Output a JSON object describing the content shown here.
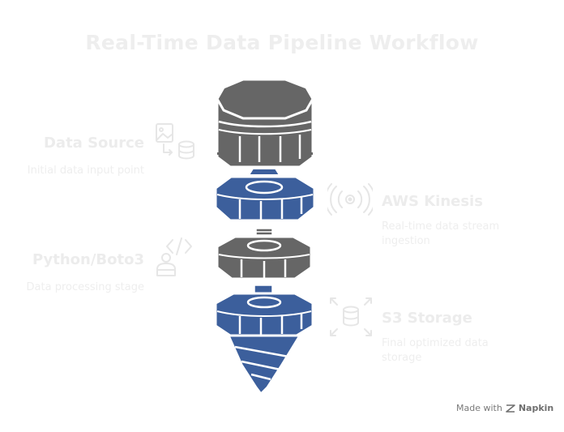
{
  "title": "Real-Time Data Pipeline Workflow",
  "stages": [
    {
      "label": "Data Source",
      "description": "Initial data input point"
    },
    {
      "label": "AWS Kinesis",
      "description": "Real-time data stream ingestion"
    },
    {
      "label": "Python/Boto3",
      "description": "Data processing stage"
    },
    {
      "label": "S3 Storage",
      "description": "Final optimized data storage"
    }
  ],
  "footer": {
    "made_with": "Made with",
    "brand": "Napkin"
  },
  "colors": {
    "gray": "#666666",
    "blue": "#3c5f9c",
    "outline": "#ffffff",
    "faint_text": "#ececec"
  },
  "icons": [
    "image-database-icon",
    "broadcast-icon",
    "code-user-icon",
    "database-expand-icon",
    "napkin-logo-icon"
  ]
}
